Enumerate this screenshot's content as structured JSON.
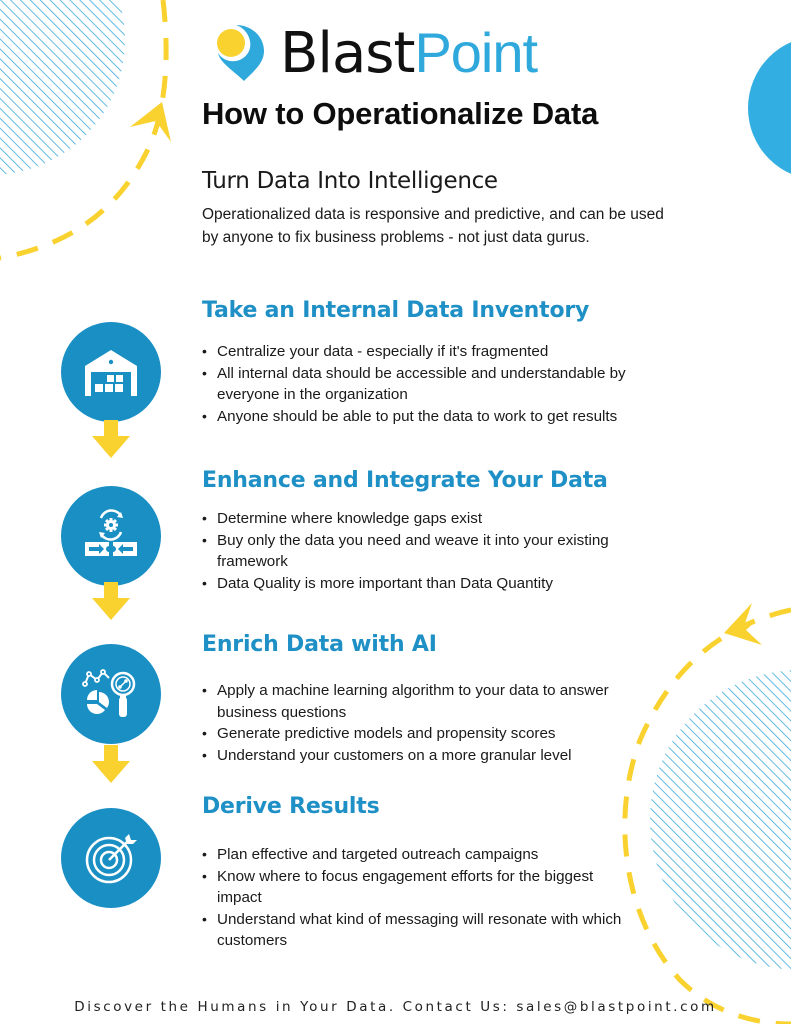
{
  "brand": {
    "name_part1": "Blast",
    "name_part2": "Point",
    "colors": {
      "primary_blue": "#1e90c6",
      "light_blue": "#2fa8dc",
      "yellow": "#f9d230",
      "text": "#111111"
    }
  },
  "header": {
    "title": "How to Operationalize Data",
    "subtitle": "Turn Data Into Intelligence",
    "intro": "Operationalized data is responsive and predictive, and can be used by anyone to fix business problems - not just data gurus."
  },
  "steps": [
    {
      "icon": "warehouse-gear-icon",
      "title": "Take an Internal Data Inventory",
      "bullets": [
        "Centralize your data - especially if it's fragmented",
        "All internal data should be accessible and understandable by everyone in the organization",
        "Anyone should be able to put the data to work to get results"
      ]
    },
    {
      "icon": "puzzle-integration-icon",
      "title": "Enhance and Integrate Your Data",
      "bullets": [
        "Determine where knowledge gaps exist",
        "Buy only the data you need and weave it into your existing framework",
        "Data Quality is more important than Data Quantity"
      ]
    },
    {
      "icon": "analytics-ai-icon",
      "title": "Enrich Data with AI",
      "bullets": [
        "Apply a machine learning algorithm to your data to answer business questions",
        "Generate predictive models and propensity scores",
        "Understand your customers on a more granular level"
      ]
    },
    {
      "icon": "target-arrow-icon",
      "title": "Derive Results",
      "bullets": [
        "Plan effective and targeted outreach campaigns",
        "Know where to focus engagement efforts for the biggest impact",
        "Understand what kind of messaging will resonate with which customers"
      ]
    }
  ],
  "footer": {
    "text": "Discover the Humans in Your Data. Contact Us: sales@blastpoint.com"
  }
}
